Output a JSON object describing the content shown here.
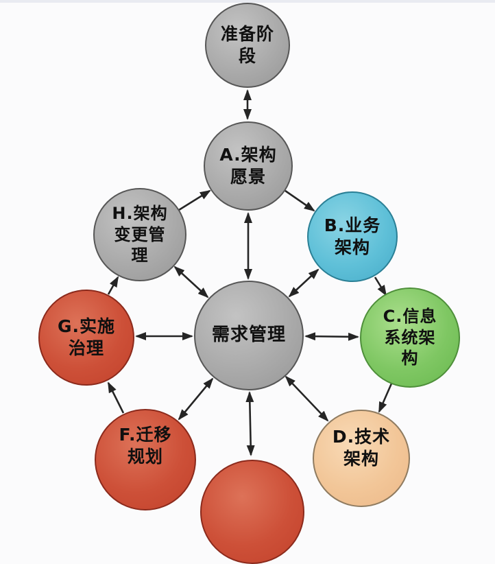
{
  "diagram": {
    "title_implied": "TOGAF ADM phase cycle diagram",
    "colors": {
      "node_gray": "#aaaaaa",
      "node_blue": "#5fc0d8",
      "node_green": "#7fc763",
      "node_red": "#cd5038",
      "node_peach": "#f2c698",
      "edge_stroke": "#252525",
      "background": "#fbfbfc"
    },
    "nodes": [
      {
        "id": "prep",
        "label": "准备阶段",
        "lines": [
          "准备阶",
          "段"
        ],
        "color": "#aaaaaa"
      },
      {
        "id": "a",
        "label": "A.架构愿景",
        "lines": [
          "A.架构",
          "愿景"
        ],
        "color": "#aaaaaa"
      },
      {
        "id": "h",
        "label": "H.架构变更管理",
        "lines": [
          "H.架构",
          "变更管",
          "理"
        ],
        "color": "#aaaaaa"
      },
      {
        "id": "b",
        "label": "B.业务架构",
        "lines": [
          "B.业务",
          "架构"
        ],
        "color": "#5fc0d8"
      },
      {
        "id": "g",
        "label": "G.实施治理",
        "lines": [
          "G.实施",
          "治理"
        ],
        "color": "#cd5038"
      },
      {
        "id": "req",
        "label": "需求管理",
        "lines": [
          "需求管理"
        ],
        "color": "#aaaaaa"
      },
      {
        "id": "c",
        "label": "C.信息系统架构",
        "lines": [
          "C.信息",
          "系统架",
          "构"
        ],
        "color": "#7fc763"
      },
      {
        "id": "f",
        "label": "F.迁移规划",
        "lines": [
          "F.迁移",
          "规划"
        ],
        "color": "#cd5038"
      },
      {
        "id": "d",
        "label": "D.技术架构",
        "lines": [
          "D.技术",
          "架构"
        ],
        "color": "#f2c698"
      },
      {
        "id": "e",
        "label": "",
        "lines": [],
        "color": "#cd5038"
      }
    ],
    "edges": [
      {
        "from": "prep",
        "to": "a",
        "arrows": "both"
      },
      {
        "from": "h",
        "to": "a",
        "arrows": "forward"
      },
      {
        "from": "a",
        "to": "b",
        "arrows": "forward"
      },
      {
        "from": "b",
        "to": "c",
        "arrows": "forward"
      },
      {
        "from": "c",
        "to": "d",
        "arrows": "forward"
      },
      {
        "from": "g",
        "to": "h",
        "arrows": "forward"
      },
      {
        "from": "f",
        "to": "g",
        "arrows": "forward"
      },
      {
        "from": "a",
        "to": "req",
        "arrows": "both"
      },
      {
        "from": "h",
        "to": "req",
        "arrows": "both"
      },
      {
        "from": "b",
        "to": "req",
        "arrows": "both"
      },
      {
        "from": "g",
        "to": "req",
        "arrows": "both"
      },
      {
        "from": "req",
        "to": "c",
        "arrows": "both"
      },
      {
        "from": "req",
        "to": "f",
        "arrows": "both"
      },
      {
        "from": "req",
        "to": "d",
        "arrows": "both"
      },
      {
        "from": "req",
        "to": "e",
        "arrows": "both"
      }
    ]
  }
}
